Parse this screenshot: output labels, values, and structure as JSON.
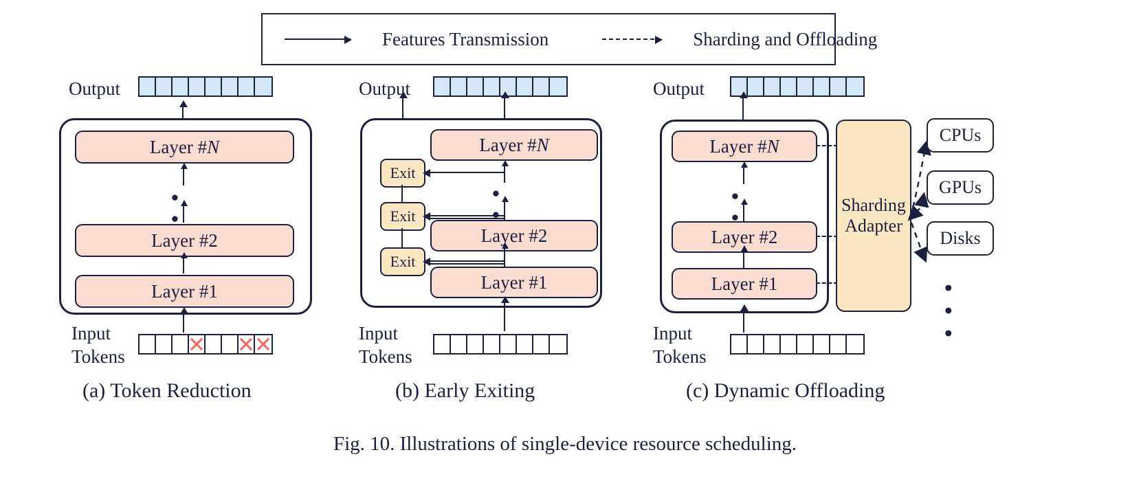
{
  "figure": {
    "caption": "Fig. 10.  Illustrations of single-device resource scheduling.",
    "legend": {
      "solid_label": "Features Transmission",
      "dashed_label": "Sharding and Offloading",
      "solid_icon": "solid-arrow-icon",
      "dashed_icon": "dashed-arrow-icon"
    }
  },
  "common": {
    "output_label": "Output",
    "input_label_line1": "Input",
    "input_label_line2": "Tokens",
    "layer_n": "Layer #N",
    "layer_2": "Layer #2",
    "layer_1": "Layer #1",
    "ellipsis": "• • •",
    "colors": {
      "layer_fill": "#fbdcd0",
      "exit_fill": "#fbe8c3",
      "adapter_fill": "#fbe8c3",
      "output_cell_fill": "#d3e7f5",
      "input_cell_fill": "#ffffff",
      "stroke": "#1c2040",
      "xmark": "#f4675f"
    }
  },
  "panels": [
    {
      "id": "a",
      "subcaption": "(a) Token Reduction",
      "output_cells": 8,
      "input_cells": 8,
      "input_dropped_indices": [
        3,
        6,
        7
      ]
    },
    {
      "id": "b",
      "subcaption": "(b) Early Exiting",
      "output_cells": 8,
      "input_cells": 8,
      "exits": [
        "Exit",
        "Exit",
        "Exit"
      ]
    },
    {
      "id": "c",
      "subcaption": "(c) Dynamic Offloading",
      "output_cells": 8,
      "input_cells": 8,
      "adapter_line1": "Sharding",
      "adapter_line2": "Adapter",
      "devices": [
        "CPUs",
        "GPUs",
        "Disks"
      ],
      "devices_more": "• • •"
    }
  ]
}
